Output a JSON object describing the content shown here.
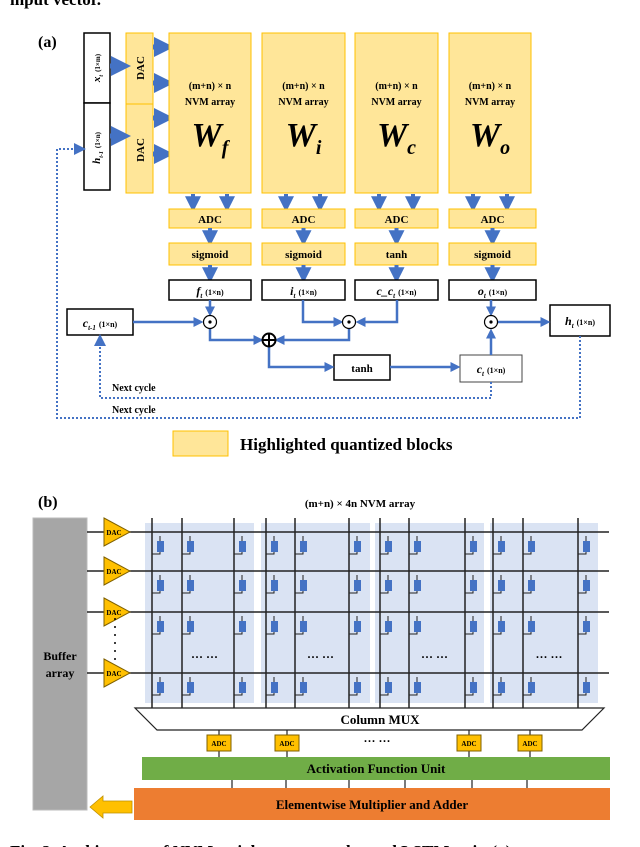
{
  "top_text": "input vector.",
  "caption": "Fig. 2.   Architecture of NVM weight array accelerated LSTM unit. (a)",
  "colors": {
    "quantized_fill": "#ffe699",
    "quantized_border": "#ffc000",
    "arrow_blue": "#4472c4",
    "cell_blue": "#4472c4",
    "block_bg": "#dae3f3",
    "buffer_gray": "#a6a6a6",
    "dac_yellow": "#ffc000",
    "activation_green": "#70ad47",
    "elementwise_orange": "#ed7d31"
  },
  "panel_a": {
    "label": "(a)",
    "x_input": {
      "var": "x",
      "sub": "t",
      "dim": "(1×m)"
    },
    "h_input": {
      "var": "h",
      "sub": "t-1",
      "dim": "(1×n)"
    },
    "dac": "DAC",
    "arrays": [
      {
        "dims": "(m+n) × n",
        "name": "NVM array",
        "w": "W",
        "sub": "f"
      },
      {
        "dims": "(m+n) × n",
        "name": "NVM array",
        "w": "W",
        "sub": "i"
      },
      {
        "dims": "(m+n) × n",
        "name": "NVM array",
        "w": "W",
        "sub": "c"
      },
      {
        "dims": "(m+n) × n",
        "name": "NVM array",
        "w": "W",
        "sub": "o"
      }
    ],
    "adc": "ADC",
    "activations": [
      "sigmoid",
      "sigmoid",
      "tanh",
      "sigmoid"
    ],
    "outputs": [
      {
        "var": "f",
        "sub": "t",
        "dim": "(1×n)"
      },
      {
        "var": "i",
        "sub": "t",
        "dim": "(1×n)"
      },
      {
        "var": "c_c",
        "sub": "t",
        "dim": "(1×n)"
      },
      {
        "var": "o",
        "sub": "t",
        "dim": "(1×n)"
      }
    ],
    "c_prev": {
      "var": "c",
      "sub": "t-1",
      "dim": "(1×n)"
    },
    "tanh": "tanh",
    "c_t": {
      "var": "c",
      "sub": "t",
      "dim": "(1×n)"
    },
    "h_t": {
      "var": "h",
      "sub": "t",
      "dim": "(1×n)"
    },
    "next_cycle": [
      "Next cycle",
      "Next cycle"
    ],
    "legend": "Highlighted quantized blocks"
  },
  "panel_b": {
    "label": "(b)",
    "title": "(m+n) × 4n NVM array",
    "buffer": [
      "Buffer",
      "array"
    ],
    "dac": "DAC",
    "ellipsis": "··· ···",
    "column_mux": "Column MUX",
    "adc": "ADC",
    "adc_ellipsis": "··· ···",
    "activation_unit": "Activation Function Unit",
    "elementwise_unit": "Elementwise Multiplier and Adder"
  }
}
